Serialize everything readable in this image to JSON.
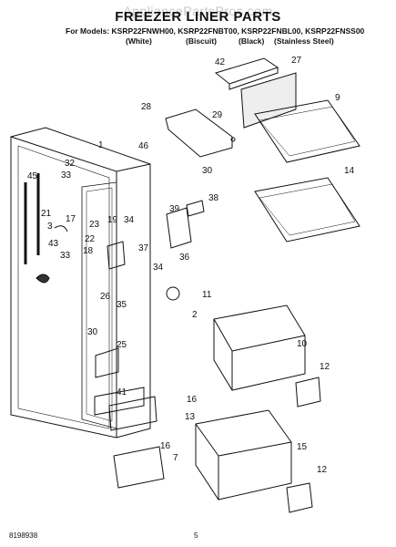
{
  "header": {
    "watermark": "AppliancePartsPros.com",
    "title": "FREEZER LINER PARTS",
    "models_line": "For Models: KSRP22FNWH00, KSRP22FNBT00, KSRP22FNBL00, KSRP22FNSS00",
    "colors": [
      "(White)",
      "(Biscuit)",
      "(Black)",
      "(Stainless Steel)"
    ]
  },
  "callouts": [
    "1",
    "45",
    "32",
    "33",
    "21",
    "17",
    "3",
    "43",
    "33",
    "23",
    "19",
    "34",
    "22",
    "18",
    "26",
    "35",
    "30",
    "25",
    "41",
    "16",
    "13",
    "16",
    "7",
    "46",
    "28",
    "29",
    "42",
    "27",
    "9",
    "14",
    "30",
    "38",
    "39",
    "37",
    "36",
    "34",
    "11",
    "2",
    "10",
    "12",
    "15",
    "12"
  ],
  "footer": {
    "left": "8198938",
    "center": "5"
  },
  "colors": {
    "ink": "#111111",
    "watermark": "#c9c9c9"
  }
}
